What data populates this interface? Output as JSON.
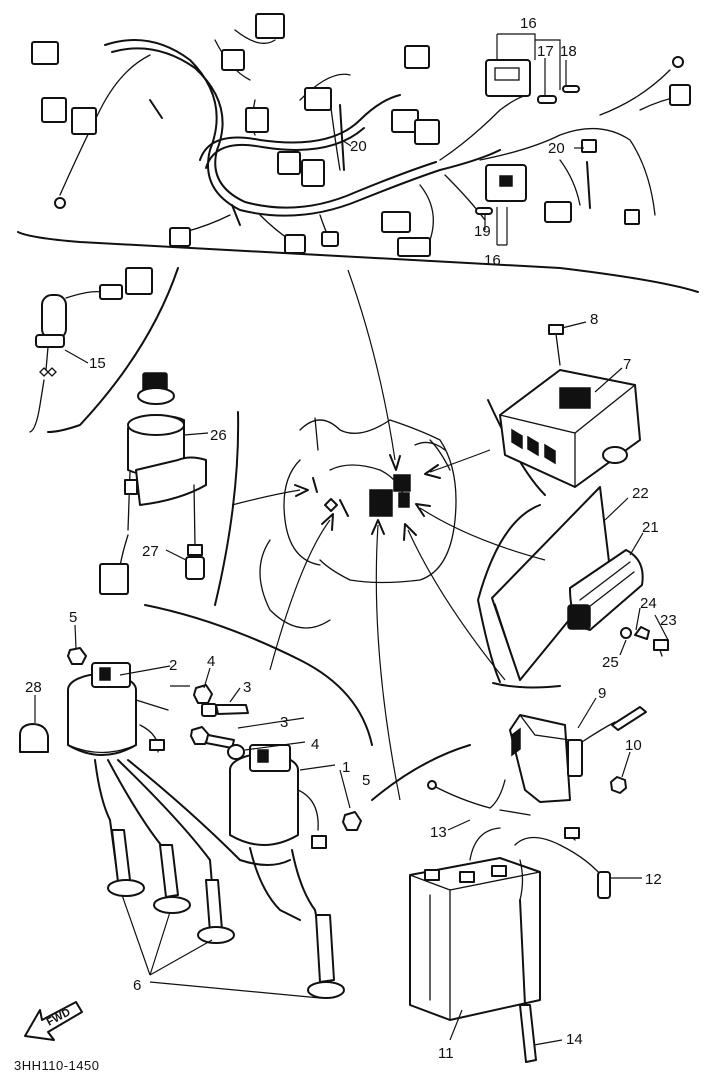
{
  "diagram": {
    "caption": "3HH110-1450",
    "fwd_label": "FWD",
    "callouts": [
      {
        "id": "c1",
        "label": "1"
      },
      {
        "id": "c2",
        "label": "2"
      },
      {
        "id": "c3a",
        "label": "3"
      },
      {
        "id": "c3b",
        "label": "3"
      },
      {
        "id": "c4a",
        "label": "4"
      },
      {
        "id": "c4b",
        "label": "4"
      },
      {
        "id": "c5a",
        "label": "5"
      },
      {
        "id": "c5b",
        "label": "5"
      },
      {
        "id": "c6",
        "label": "6"
      },
      {
        "id": "c7",
        "label": "7"
      },
      {
        "id": "c8",
        "label": "8"
      },
      {
        "id": "c9",
        "label": "9"
      },
      {
        "id": "c10",
        "label": "10"
      },
      {
        "id": "c11",
        "label": "11"
      },
      {
        "id": "c12",
        "label": "12"
      },
      {
        "id": "c13",
        "label": "13"
      },
      {
        "id": "c14",
        "label": "14"
      },
      {
        "id": "c15",
        "label": "15"
      },
      {
        "id": "c16a",
        "label": "16"
      },
      {
        "id": "c16b",
        "label": "16"
      },
      {
        "id": "c17",
        "label": "17"
      },
      {
        "id": "c18",
        "label": "18"
      },
      {
        "id": "c19",
        "label": "19"
      },
      {
        "id": "c20a",
        "label": "20"
      },
      {
        "id": "c20b",
        "label": "20"
      },
      {
        "id": "c21",
        "label": "21"
      },
      {
        "id": "c22",
        "label": "22"
      },
      {
        "id": "c23",
        "label": "23"
      },
      {
        "id": "c24",
        "label": "24"
      },
      {
        "id": "c25",
        "label": "25"
      },
      {
        "id": "c26",
        "label": "26"
      },
      {
        "id": "c27",
        "label": "27"
      },
      {
        "id": "c28",
        "label": "28"
      }
    ]
  }
}
